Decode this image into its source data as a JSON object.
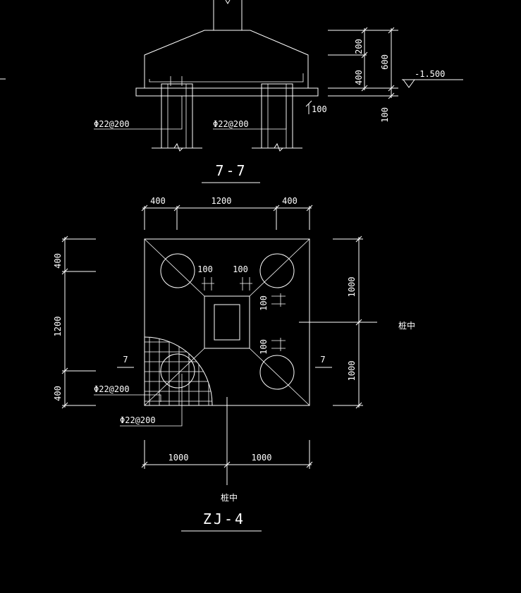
{
  "section": {
    "title": "7-7",
    "rebar_left": "Φ22@200",
    "rebar_right": "Φ22@200",
    "dim_200": "200",
    "dim_400": "400",
    "dim_600": "600",
    "dim_100_side": "100",
    "dim_100_bottom": "100",
    "elevation": "-1.500"
  },
  "plan": {
    "title": "ZJ-4",
    "top_dims": [
      "400",
      "1200",
      "400"
    ],
    "left_dims": [
      "400",
      "1200",
      "400"
    ],
    "right_dims": [
      "1000",
      "1000"
    ],
    "bottom_dims": [
      "1000",
      "1000"
    ],
    "inner_dims": [
      "100",
      "100",
      "100",
      "100"
    ],
    "section_mark_left": "7",
    "section_mark_right": "7",
    "pile_center_right": "桩中",
    "pile_center_bottom": "桩中",
    "rebar_1": "Φ22@200",
    "rebar_2": "Φ22@200"
  },
  "colors": {
    "background": "#000000",
    "line": "#ffffff"
  }
}
